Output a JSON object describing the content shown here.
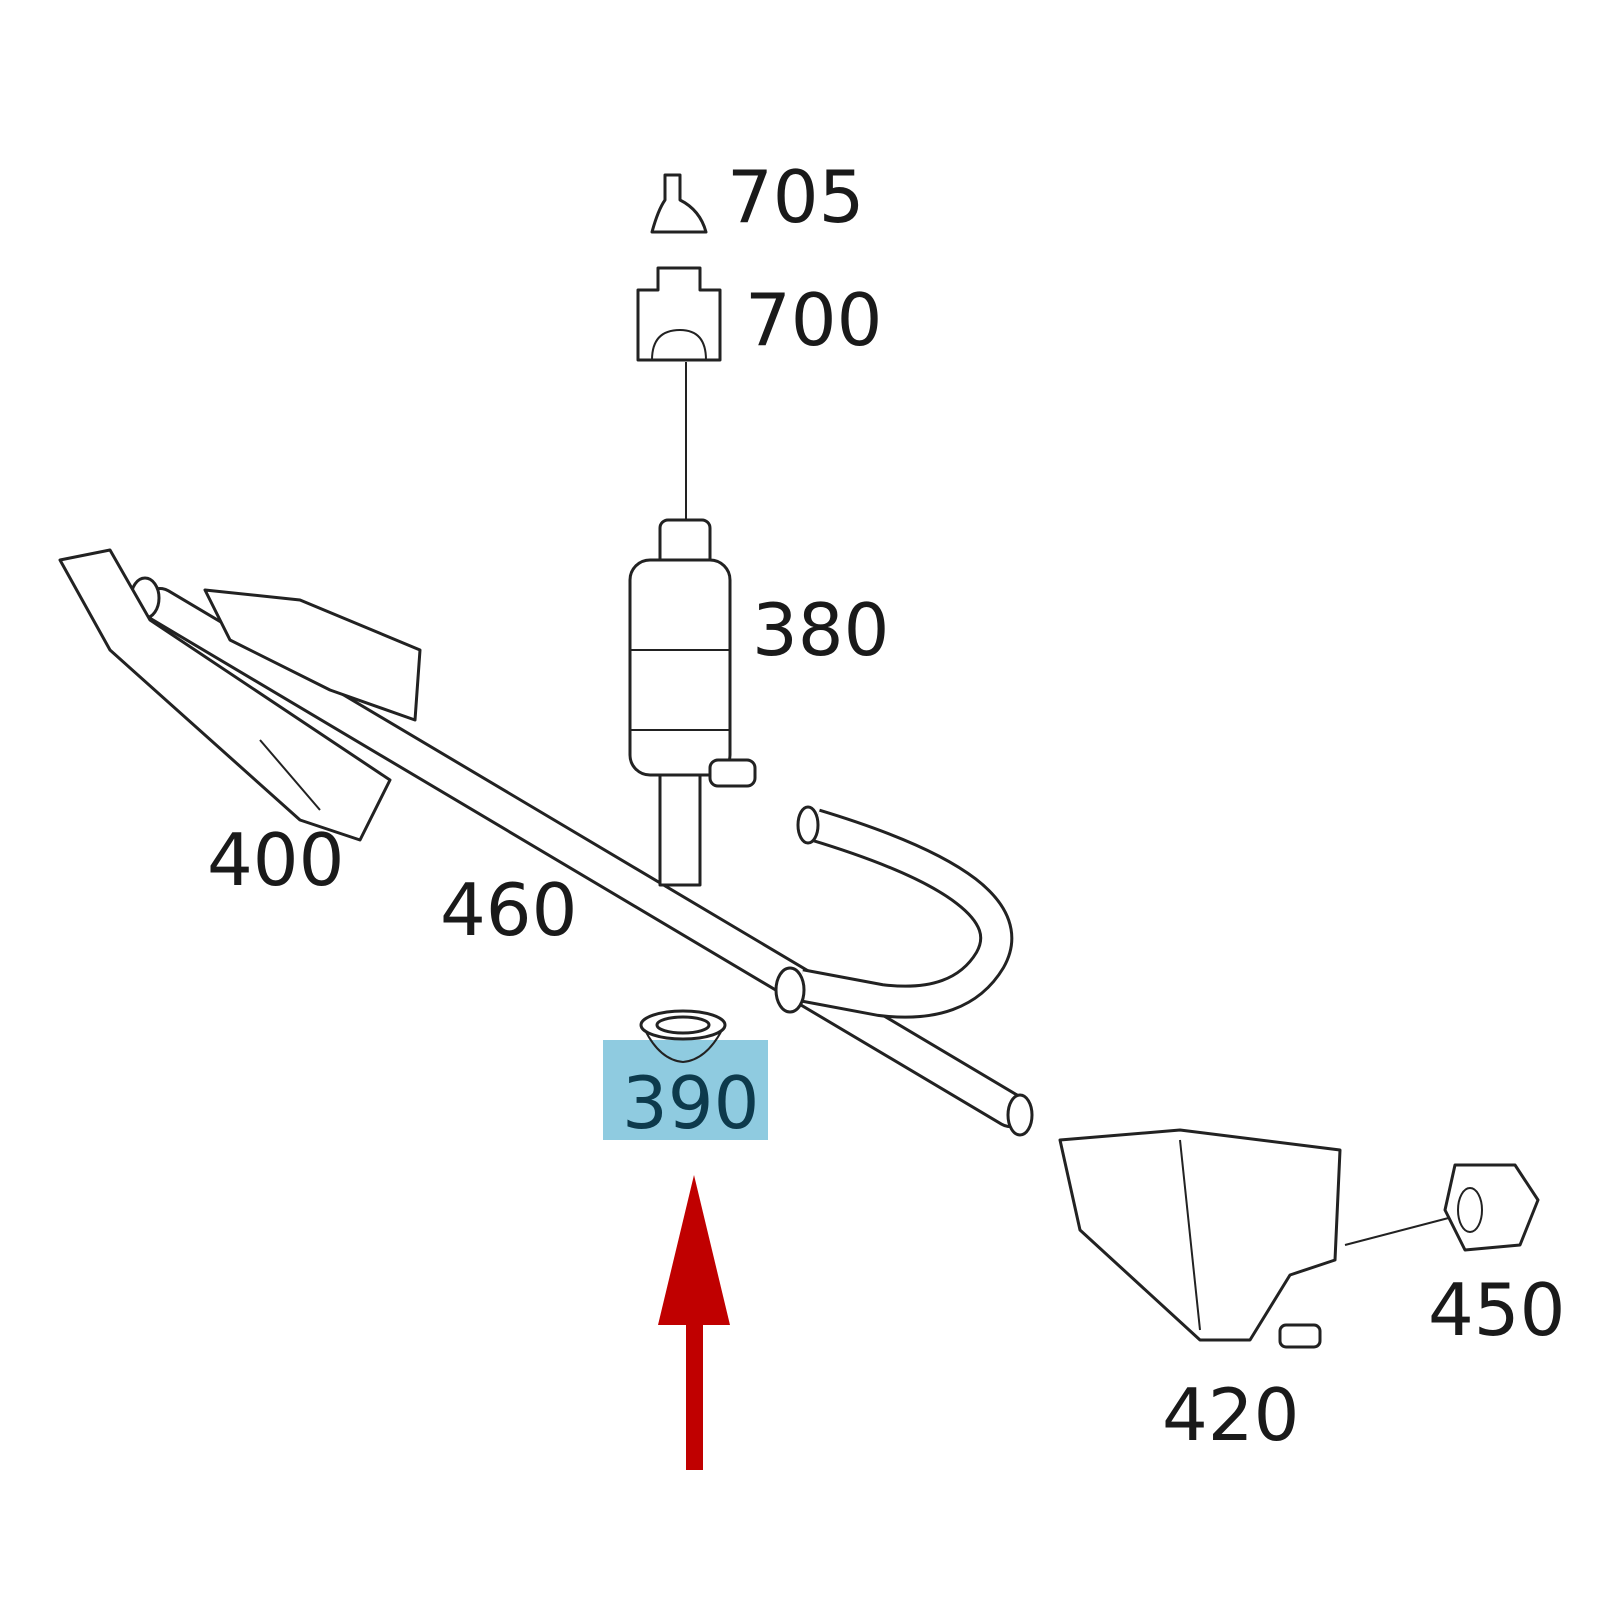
{
  "diagram": {
    "labels": {
      "p705": "705",
      "p700": "700",
      "p380": "380",
      "p400": "400",
      "p460": "460",
      "p390": "390",
      "p450": "450",
      "p420": "420"
    },
    "highlighted_part": "390",
    "colors": {
      "highlight": "#8fcbe0",
      "arrow": "#c00000",
      "line": "#222222"
    }
  }
}
